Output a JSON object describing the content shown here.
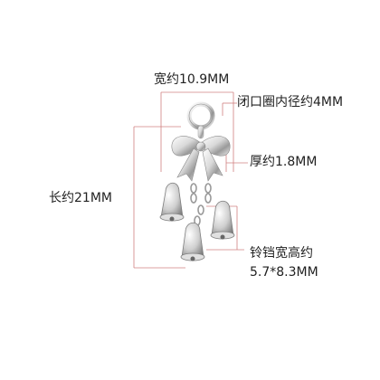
{
  "annotations": {
    "width": "宽约10.9MM",
    "ring_inner_diameter": "闭口圈内径约4MM",
    "thickness": "厚约1.8MM",
    "length": "长约21MM",
    "bell_size_line1": "铃铛宽高约",
    "bell_size_line2": "5.7*8.3MM"
  },
  "colors": {
    "guide_line": "#d08080",
    "text": "#222222",
    "silver_light": "#f4f4f4",
    "silver_dark": "#8a8a8a"
  },
  "product": {
    "icon": "silver-bell-charm-icon"
  }
}
